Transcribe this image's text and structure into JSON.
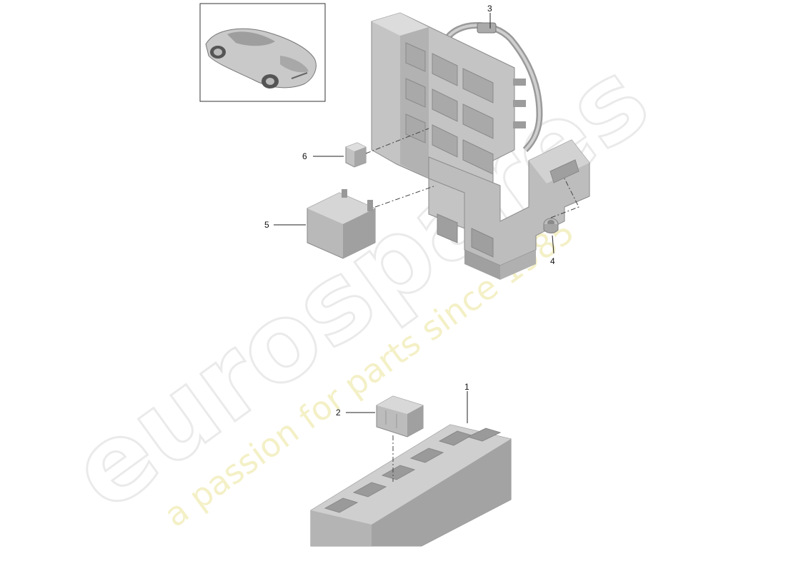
{
  "watermark": {
    "brand": "eurospares",
    "tagline": "a passion for parts since 1985"
  },
  "callouts": [
    {
      "id": "1",
      "label": "1"
    },
    {
      "id": "2",
      "label": "2"
    },
    {
      "id": "3",
      "label": "3"
    },
    {
      "id": "4",
      "label": "4"
    },
    {
      "id": "5",
      "label": "5"
    },
    {
      "id": "6",
      "label": "6"
    }
  ],
  "colors": {
    "part_fill": "#bdbdbd",
    "part_shadow": "#8f8f8f",
    "part_light": "#d8d8d8",
    "line": "#222222"
  }
}
